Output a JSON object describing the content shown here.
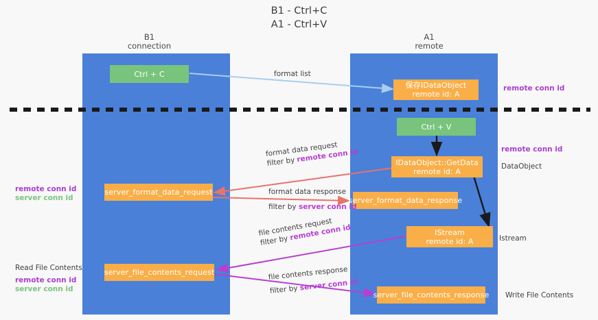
{
  "title": {
    "line1": "B1 - Ctrl+C",
    "line2": "A1 - Ctrl+V"
  },
  "columns": [
    {
      "name": "B1",
      "sub": "connection"
    },
    {
      "name": "A1",
      "sub": "remote"
    }
  ],
  "nodes": {
    "ctrl_c": {
      "label": "Ctrl + C"
    },
    "ctrl_v": {
      "label": "Ctrl + V"
    },
    "save_idataobject": {
      "line1": "保存IDataObject",
      "line2": "remote id: A"
    },
    "getdata": {
      "line1": "IDataObject::GetData",
      "line2": "remote id: A"
    },
    "istream": {
      "line1": "IStream",
      "line2": "remote id: A"
    },
    "server_format_data_request": {
      "label": "server_format_data_request"
    },
    "server_format_data_response": {
      "label": "server_format_data_response"
    },
    "server_file_contents_request": {
      "label": "server_file_contents_request"
    },
    "server_file_contents_response": {
      "label": "server_file_contents_response"
    }
  },
  "edges": {
    "format_list": {
      "label": "format list"
    },
    "format_data_request": {
      "line1": "format data request",
      "filter_prefix": "filter by ",
      "filter_key": "remote conn id"
    },
    "format_data_response": {
      "line1": "format data response",
      "filter_prefix": "filter by ",
      "filter_key": "server conn id"
    },
    "file_contents_request": {
      "line1": "file contents request",
      "filter_prefix": "filter by ",
      "filter_key": "remote conn id"
    },
    "file_contents_response": {
      "line1": "file contents response",
      "filter_prefix": "filter by ",
      "filter_key": "server conn id"
    }
  },
  "annotations": {
    "right_remote_top": "remote conn id",
    "right_remote_mid": "remote conn id",
    "right_dataobject": "DataObject",
    "right_istream": "Istream",
    "right_write_file": "Write File Contents",
    "left_remote_mid": "remote conn id",
    "left_server_mid": "server conn id",
    "left_read_file": "Read File Contents",
    "left_remote_bottom": "remote conn id",
    "left_server_bottom": "server conn id"
  },
  "colors": {
    "lane": "#4a80d8",
    "node_orange": "#f9ae48",
    "node_green": "#79c47c",
    "arrow_blue": "#a8cdee",
    "arrow_red": "#e8736a",
    "arrow_purple": "#b63fd1",
    "arrow_black": "#1a1a1a",
    "divider": "#1a1a1a",
    "highlight_remote": "#b63fd1",
    "highlight_server_legend": "#7bc47f"
  }
}
